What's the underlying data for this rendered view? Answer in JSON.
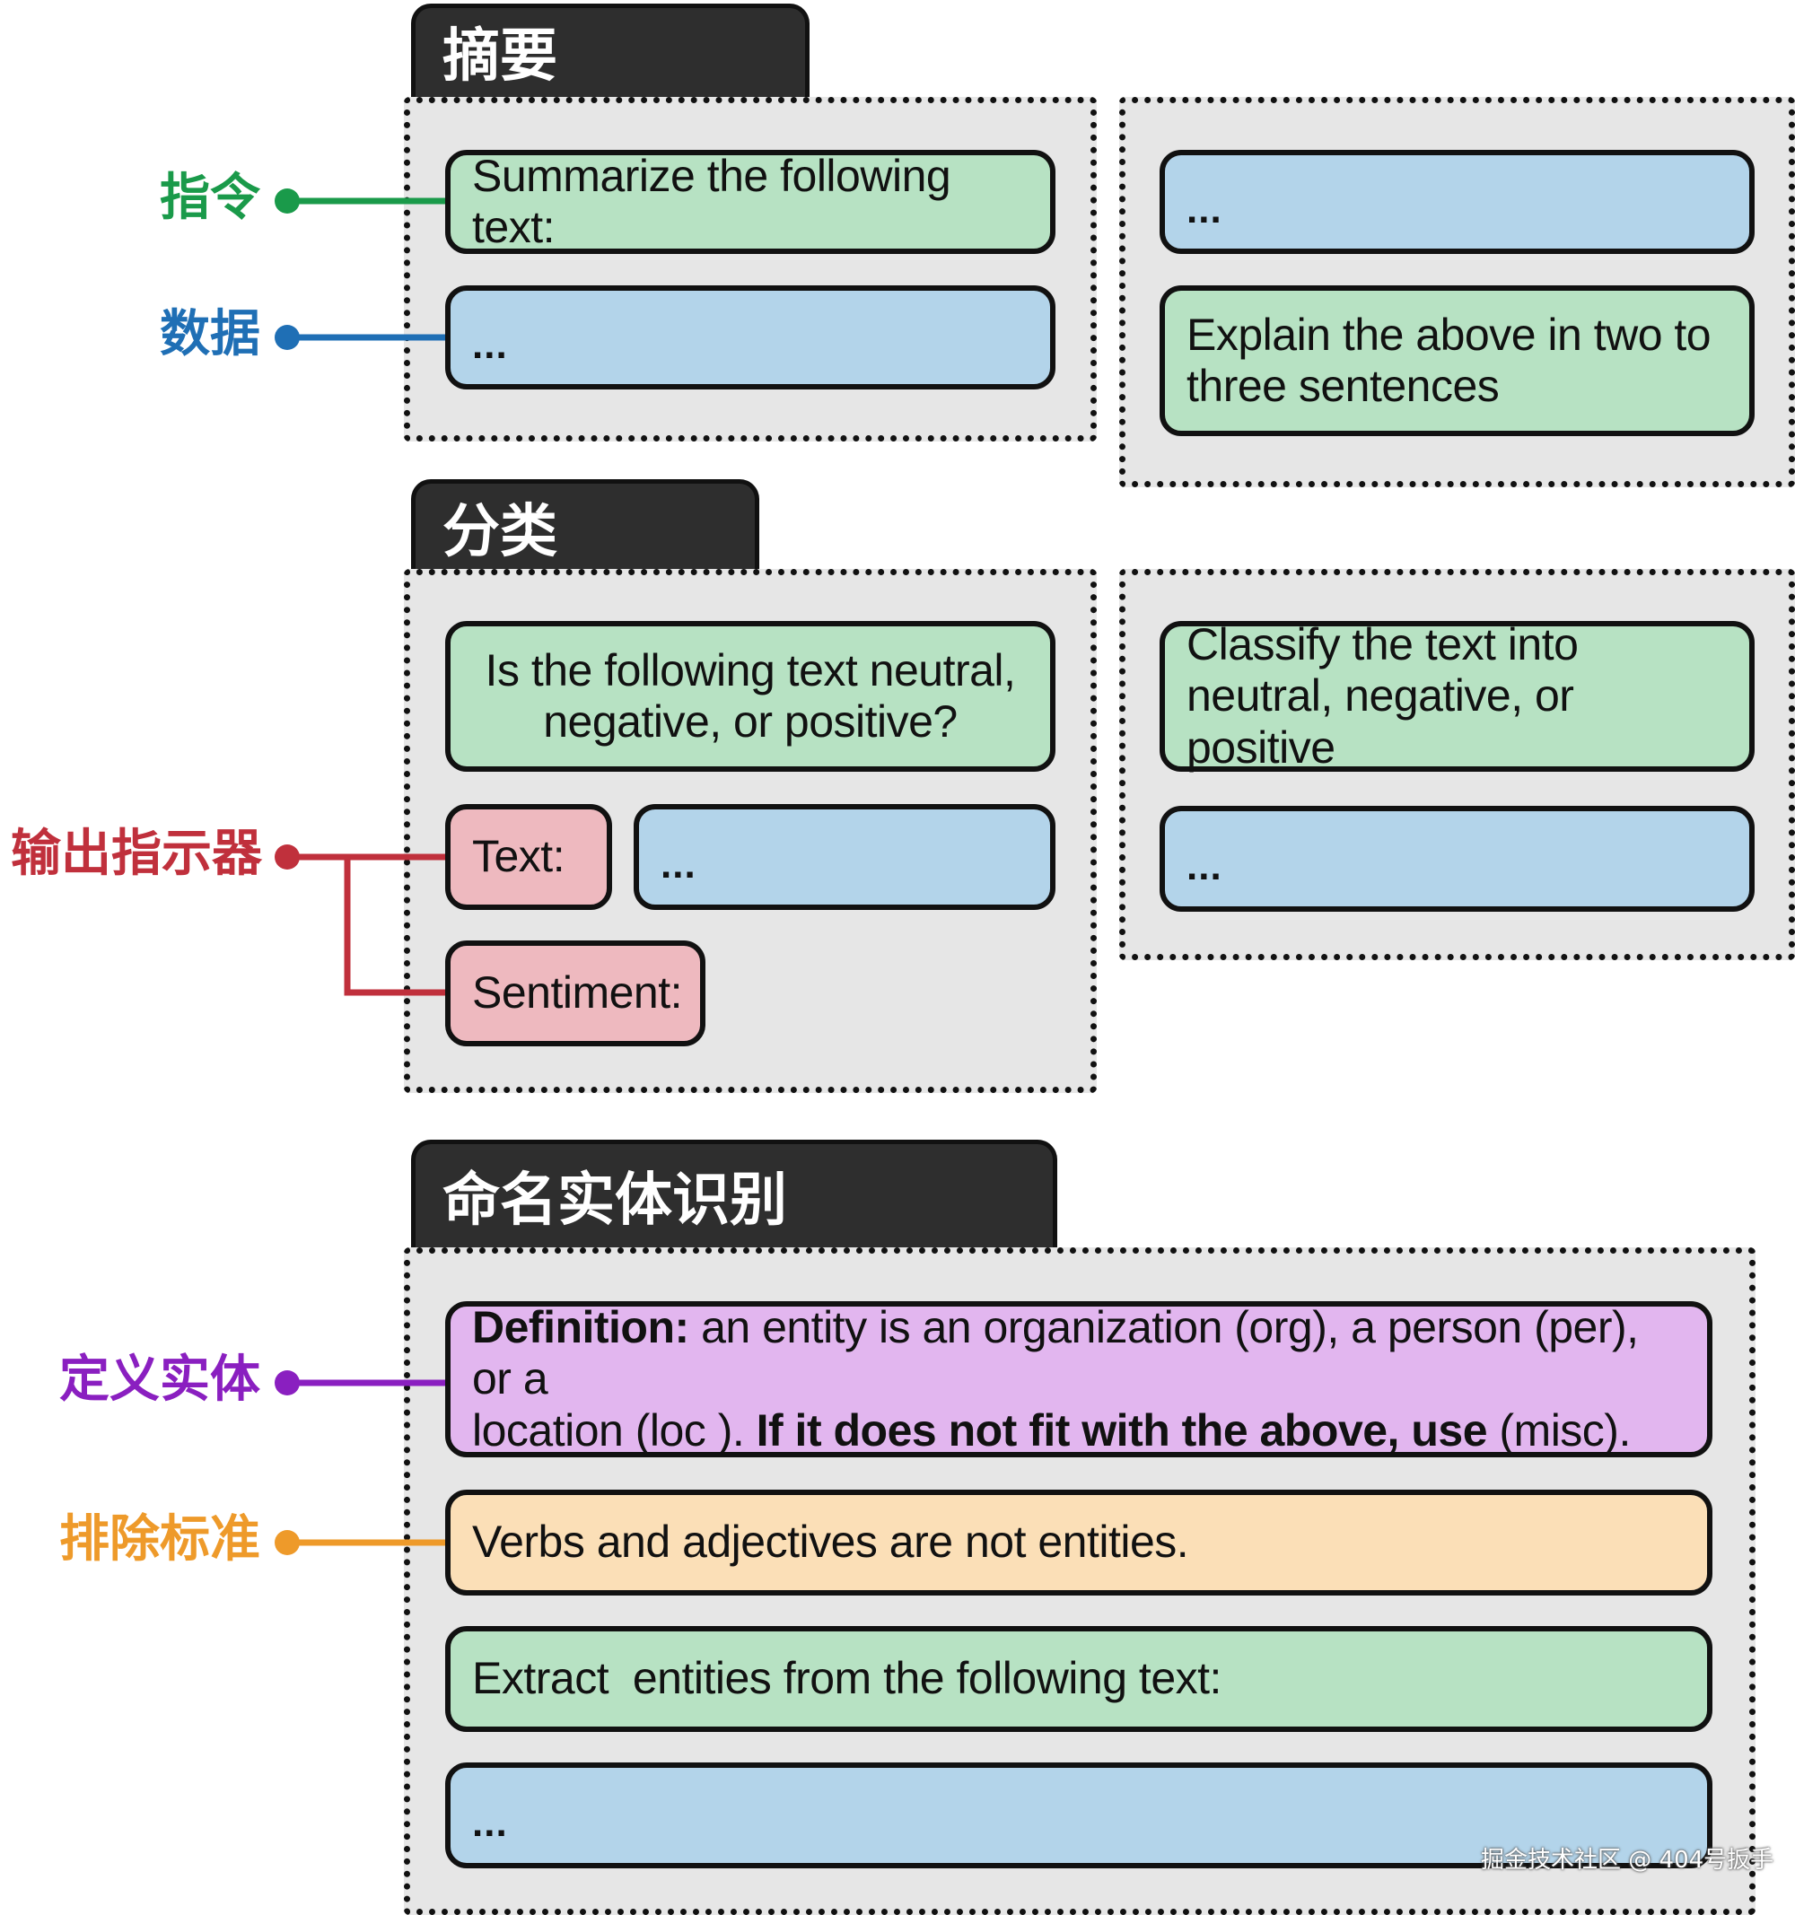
{
  "sections": {
    "summary": {
      "title": "摘要",
      "left": {
        "instruction": "Summarize the following text:",
        "data": "..."
      },
      "right": {
        "data": "...",
        "instruction": "Explain the above in two to three sentences"
      }
    },
    "classification": {
      "title": "分类",
      "left": {
        "instruction": "Is the following text neutral, negative, or positive?",
        "text_label": "Text:",
        "text_value": "...",
        "sentiment_label": "Sentiment:"
      },
      "right": {
        "instruction": "Classify the text into neutral, negative, or positive",
        "data": "..."
      }
    },
    "ner": {
      "title": "命名实体识别",
      "definition_bold": "Definition:",
      "definition_line1_rest": " an entity is an organization (org), a person (per), or a",
      "definition_line2_start": "location (loc ). ",
      "definition_line2_bold": "If it does not fit with the above, use",
      "definition_line2_end": " (misc).",
      "exclusion": "Verbs and adjectives are not entities.",
      "instruction": "Extract  entities from the following text:",
      "data": "..."
    }
  },
  "labels": {
    "instruction": {
      "text": "指令",
      "color": "#1a9a4a"
    },
    "data": {
      "text": "数据",
      "color": "#1f6fb5"
    },
    "output_indicator": {
      "text": "输出指示器",
      "color": "#c0303c"
    },
    "define_entity": {
      "text": "定义实体",
      "color": "#8a1fc0"
    },
    "exclusion_criteria": {
      "text": "排除标准",
      "color": "#ee9a2a"
    }
  },
  "watermark": "掘金技术社区 @ 404号扳手"
}
